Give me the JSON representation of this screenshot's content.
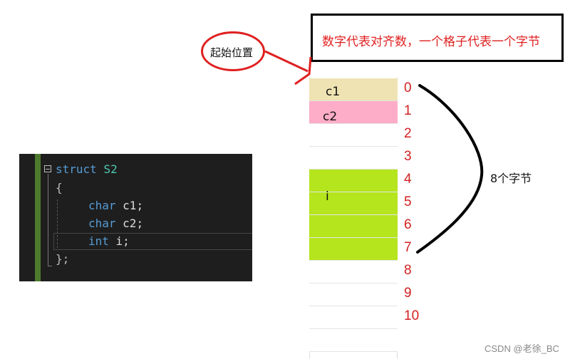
{
  "note": "数字代表对齐数，一个格子代表一个字节",
  "start_label": "起始位置",
  "brace_label": "8个字节",
  "watermark": "CSDN @老徐_BC",
  "code": {
    "line1_kw": "struct",
    "line1_name": "S2",
    "line2": "{",
    "line3_type": "char",
    "line3_var": "c1;",
    "line4_type": "char",
    "line4_var": "c2;",
    "line5_type": "int",
    "line5_var": "i;",
    "line6": "};"
  },
  "cells": [
    {
      "label": "c1",
      "color": "#efe3b3"
    },
    {
      "label": "c2",
      "color": "#fdadc8"
    },
    {
      "label": "",
      "color": "#ffffff"
    },
    {
      "label": "",
      "color": "#ffffff"
    },
    {
      "label": "",
      "color": "#b5e51d"
    },
    {
      "label": "i",
      "color": "#b5e51d"
    },
    {
      "label": "",
      "color": "#b5e51d"
    },
    {
      "label": "",
      "color": "#b5e51d"
    },
    {
      "label": "",
      "color": "#ffffff"
    },
    {
      "label": "",
      "color": "#ffffff"
    },
    {
      "label": "",
      "color": "#ffffff"
    },
    {
      "label": "",
      "color": "#ffffff"
    }
  ],
  "indices": [
    "0",
    "1",
    "2",
    "3",
    "4",
    "5",
    "6",
    "7",
    "8",
    "9",
    "10"
  ],
  "colors": {
    "accent_red": "#e02020",
    "index_red": "#d42020"
  }
}
